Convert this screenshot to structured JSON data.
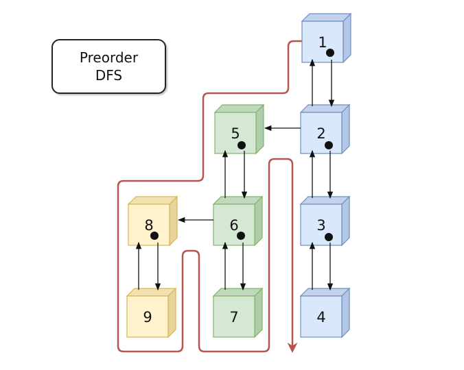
{
  "title": {
    "line1": "Preorder",
    "line2": "DFS"
  },
  "nodes": [
    {
      "id": "1",
      "label": "1",
      "group": "blue"
    },
    {
      "id": "2",
      "label": "2",
      "group": "blue"
    },
    {
      "id": "3",
      "label": "3",
      "group": "blue"
    },
    {
      "id": "4",
      "label": "4",
      "group": "blue"
    },
    {
      "id": "5",
      "label": "5",
      "group": "green"
    },
    {
      "id": "6",
      "label": "6",
      "group": "green"
    },
    {
      "id": "7",
      "label": "7",
      "group": "green"
    },
    {
      "id": "8",
      "label": "8",
      "group": "yellow"
    },
    {
      "id": "9",
      "label": "9",
      "group": "yellow"
    }
  ],
  "edges": [
    {
      "from": "1",
      "to": "2"
    },
    {
      "from": "2",
      "to": "1"
    },
    {
      "from": "2",
      "to": "3"
    },
    {
      "from": "3",
      "to": "2"
    },
    {
      "from": "3",
      "to": "4"
    },
    {
      "from": "4",
      "to": "3"
    },
    {
      "from": "2",
      "to": "5"
    },
    {
      "from": "5",
      "to": "6"
    },
    {
      "from": "6",
      "to": "5"
    },
    {
      "from": "6",
      "to": "7"
    },
    {
      "from": "7",
      "to": "6"
    },
    {
      "from": "6",
      "to": "8"
    },
    {
      "from": "8",
      "to": "9"
    },
    {
      "from": "9",
      "to": "8"
    }
  ],
  "colors": {
    "blue": {
      "front": "#dae8fc",
      "top": "#c3d3ee",
      "side": "#b3c6e6",
      "stroke": "#6c8ebf"
    },
    "green": {
      "front": "#d5e8d4",
      "top": "#bfd9bd",
      "side": "#aecdab",
      "stroke": "#82b366"
    },
    "yellow": {
      "front": "#fff2cc",
      "top": "#f1e2b0",
      "side": "#e6d49a",
      "stroke": "#d6b656"
    },
    "traversal": "#b85450",
    "edge": "#111111"
  }
}
